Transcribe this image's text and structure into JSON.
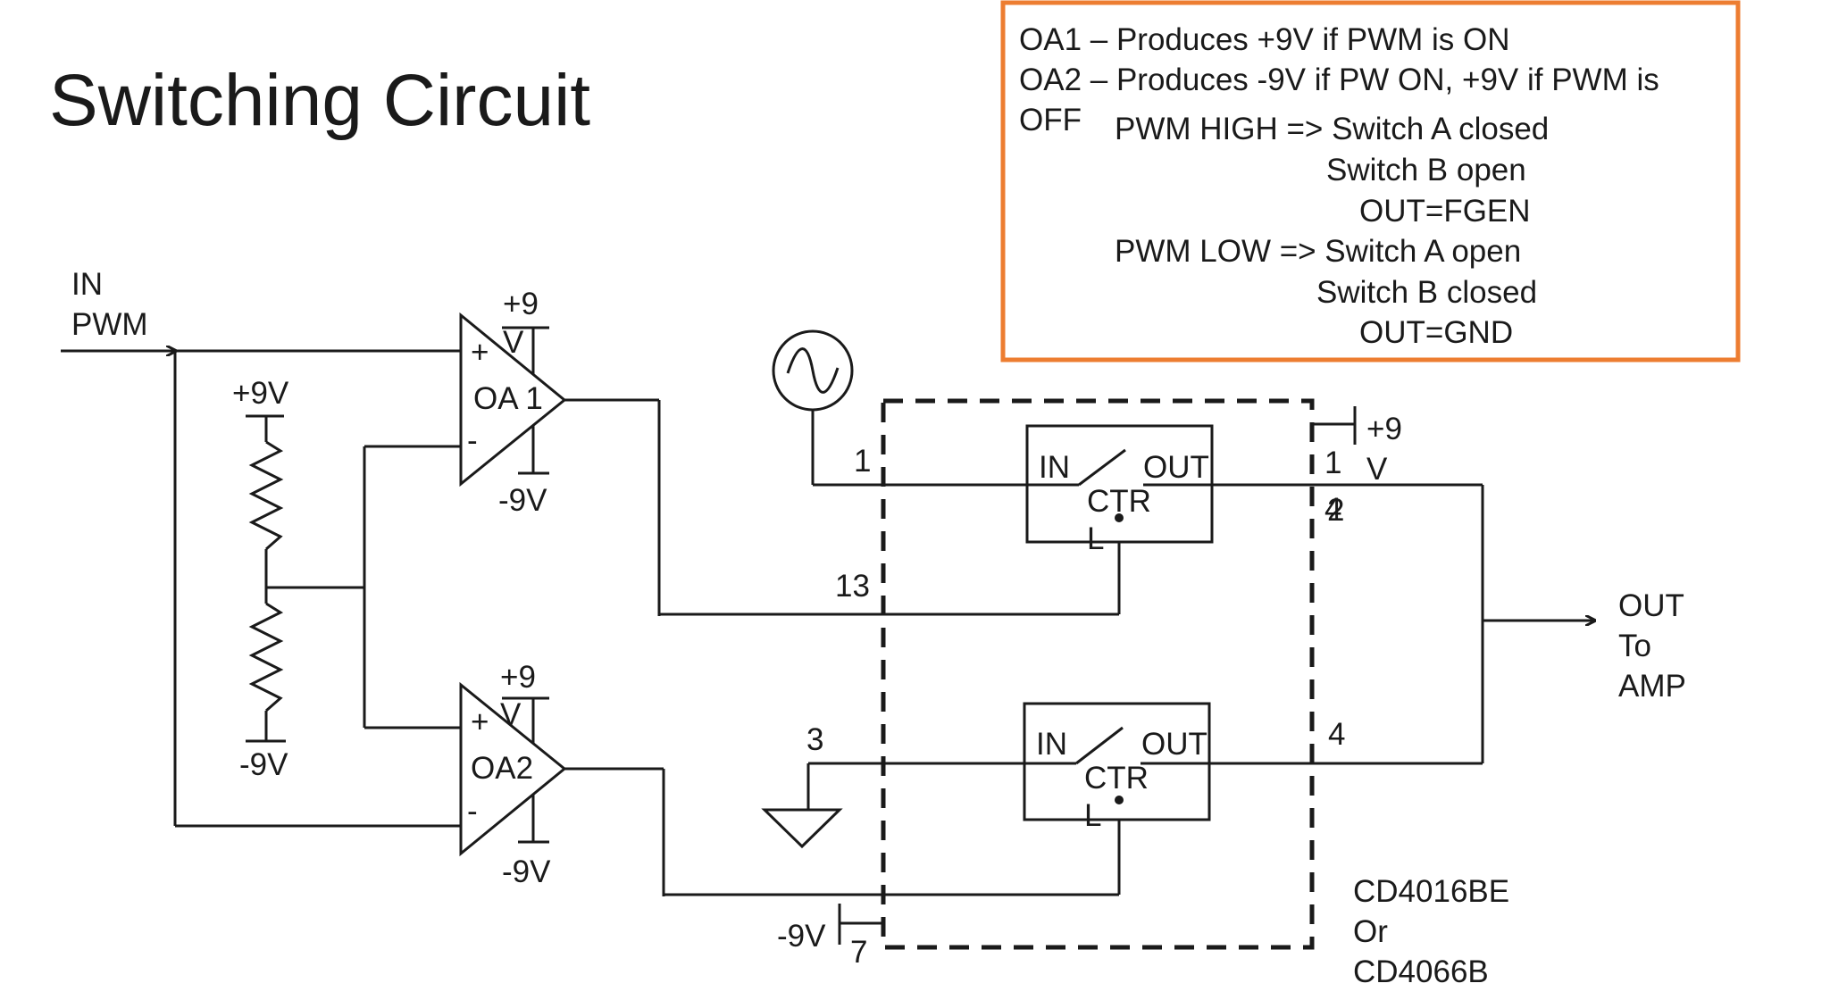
{
  "title": "Switching Circuit",
  "note": {
    "line1": "OA1 – Produces +9V if PWM is ON",
    "line2": "OA2 – Produces -9V if PW ON, +9V if PWM is",
    "line3": "OFF",
    "high_label": "PWM HIGH => Switch A closed",
    "high_b": "Switch B open",
    "high_out": "OUT=FGEN",
    "low_label": "PWM LOW => Switch A open",
    "low_b": "Switch B closed",
    "low_out": "OUT=GND",
    "border_color": "#ed7d31"
  },
  "input": {
    "in": "IN",
    "pwm": "PWM"
  },
  "opamps": {
    "oa1": {
      "name": "OA 1",
      "plus": "+",
      "minus": "-",
      "vpos_a": "+9",
      "vpos_b": "V",
      "vneg": "-9V"
    },
    "oa2": {
      "name": "OA2",
      "plus": "+",
      "minus": "-",
      "vpos_a": "+9",
      "vpos_b": "V",
      "vneg": "-9V"
    }
  },
  "divider": {
    "top": "+9V",
    "bottom": "-9V"
  },
  "switches": {
    "a": {
      "in": "IN",
      "out": "OUT",
      "ctr": "CTR",
      "l": "L"
    },
    "b": {
      "in": "IN",
      "out": "OUT",
      "ctr": "CTR",
      "l": "L"
    }
  },
  "pins": {
    "p1": "1",
    "p13": "13",
    "p3": "3",
    "p7": "7",
    "p4": "4",
    "p14a": "1",
    "p14b": "4",
    "p2": "2"
  },
  "supply": {
    "vdd_a": "+9",
    "vdd_b": "V",
    "vss": "-9V"
  },
  "output": {
    "line1": "OUT",
    "line2": "To",
    "line3": "AMP"
  },
  "chip": {
    "line1": "CD4016BE",
    "line2": "Or",
    "line3": "CD4066B"
  },
  "icons": [
    "ac-source-icon",
    "ground-icon",
    "resistor-icon",
    "op-amp-icon",
    "switch-icon",
    "arrow-icon"
  ]
}
